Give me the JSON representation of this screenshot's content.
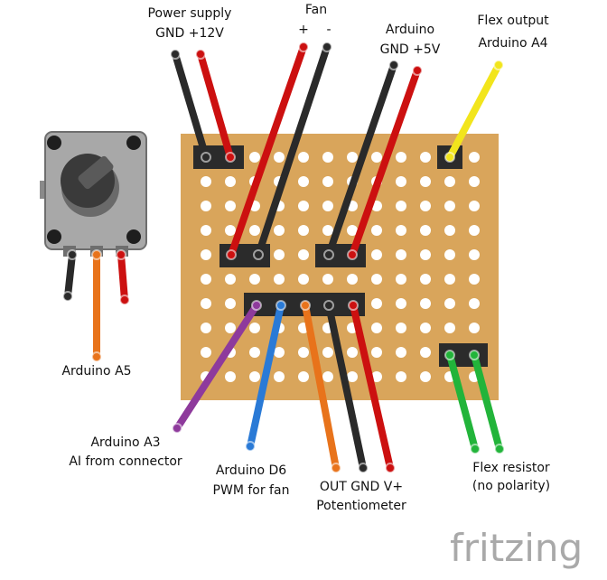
{
  "labels": {
    "power_supply_title": "Power supply",
    "power_supply_pins": "GND +12V",
    "fan_title": "Fan",
    "fan_plus": "+",
    "fan_minus": "-",
    "arduino_title": "Arduino",
    "arduino_pins": "GND +5V",
    "flex_output_title": "Flex output",
    "flex_output_pin": "Arduino A4",
    "pot_a5": "Arduino A5",
    "a3_line1": "Arduino A3",
    "a3_line2": "AI from connector",
    "d6_line1": "Arduino D6",
    "d6_line2": "PWM for fan",
    "pot_pins": "OUT GND V+",
    "pot_title": "Potentiometer",
    "flex_res_line1": "Flex resistor",
    "flex_res_line2": "(no polarity)"
  },
  "brand": "fritzing",
  "colors": {
    "board": "#d9a55b",
    "hole": "#ffffff",
    "header": "#2b2b2b",
    "wire_black": "#2a2a2a",
    "wire_red": "#cc1010",
    "wire_orange": "#e8731b",
    "wire_blue": "#2a7ad6",
    "wire_purple": "#8e3a9c",
    "wire_yellow": "#f2e51c",
    "wire_green": "#22b43a",
    "pot_body": "#a8a8a8",
    "pot_knob": "#3a3a3a"
  },
  "icons": {
    "potentiometer": "potentiometer-icon",
    "stripboard": "perfboard-icon"
  }
}
